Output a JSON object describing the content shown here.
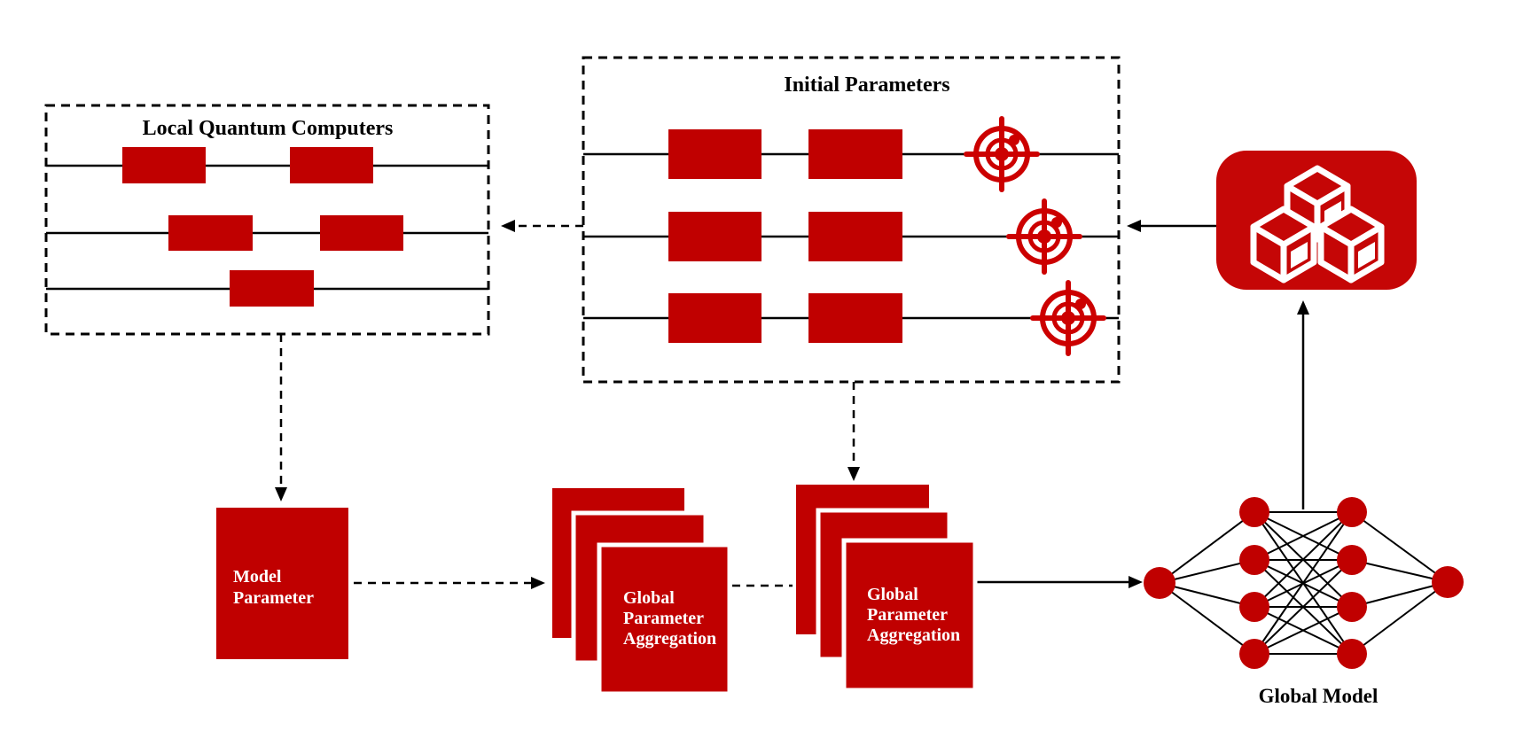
{
  "diagram": {
    "colors": {
      "red": "#c00000",
      "cubes_box_red": "#c50606",
      "target_red": "#cc0000",
      "line_black": "#000000",
      "label_white": "#ffffff"
    },
    "local_box": {
      "title": "Local Quantum Computers"
    },
    "initial_box": {
      "title": "Initial Parameters"
    },
    "model_parameter_box": {
      "line1": "Model",
      "line2": "Parameter"
    },
    "aggregation_left": {
      "line1": "Global",
      "line2": "Parameter",
      "line3": "Aggregation"
    },
    "aggregation_right": {
      "line1": "Global",
      "line2": "Parameter",
      "line3": "Aggregation"
    },
    "global_model": {
      "label": "Global Model"
    },
    "icons": {
      "cubes": "cubes-icon (three white isometric cubes on red rounded square)",
      "target": "target-icon (red concentric crosshair with center dot, one per qubit wire)"
    }
  }
}
